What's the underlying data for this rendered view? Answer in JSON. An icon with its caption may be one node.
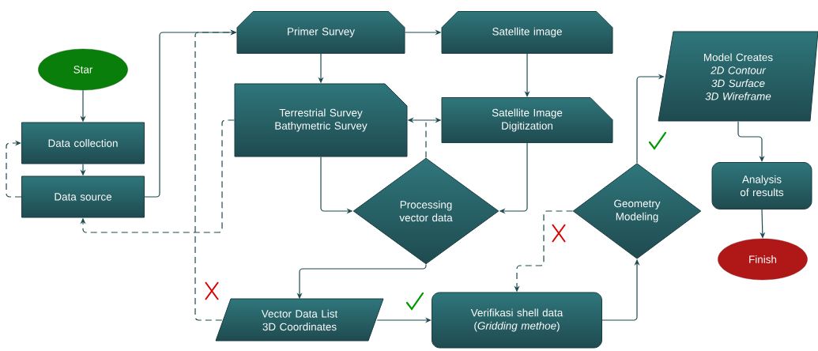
{
  "diagram": {
    "nodes": [
      {
        "text": [
          "Star"
        ]
      },
      {
        "text": [
          "Primer Survey"
        ]
      },
      {
        "text": [
          "Satellite image"
        ]
      },
      {
        "text": [
          "Model Creates",
          "2D Contour",
          "3D Surface",
          "3D Wireframe"
        ]
      },
      {
        "text": [
          "Data collection"
        ]
      },
      {
        "text": [
          "Terrestrial Survey",
          "Bathymetric Survey"
        ]
      },
      {
        "text": [
          "Satellite Image Digitization"
        ]
      },
      {
        "text": [
          "Data source"
        ]
      },
      {
        "text": [
          "Processing vector data"
        ]
      },
      {
        "text": [
          "Geometry Modeling"
        ]
      },
      {
        "text": [
          "Analysis of results"
        ]
      },
      {
        "text": [
          "Finish"
        ]
      },
      {
        "text": [
          "Vector Data List",
          "3D Coordinates"
        ]
      },
      {
        "text": [
          "Verifikasi shell data (*Gridding methoe*)"
        ]
      }
    ],
    "edges": [
      {
        "from": 0,
        "to": 4,
        "arrow": "to"
      },
      {
        "from": 4,
        "to": 7,
        "arrow": "to"
      },
      {
        "from": 7,
        "to": 1,
        "arrow": "to"
      },
      {
        "from": 7,
        "to": 4,
        "arrow": "to",
        "style": "dashed"
      },
      {
        "from": 1,
        "to": 2,
        "arrow": "to"
      },
      {
        "from": 1,
        "to": 5,
        "arrow": "to"
      },
      {
        "from": 2,
        "to": 6,
        "arrow": "to"
      },
      {
        "from": 5,
        "to": 6,
        "arrow": "both"
      },
      {
        "from": 8,
        "to": null,
        "arrow": "none",
        "style": "dashed"
      },
      {
        "from": 5,
        "to": 8,
        "arrow": "to"
      },
      {
        "from": 6,
        "to": 8,
        "arrow": "to"
      },
      {
        "from": 5,
        "to": 7,
        "arrow": "to",
        "style": "dashed"
      },
      {
        "from": 12,
        "to": 1,
        "arrow": "to",
        "style": "dashed"
      },
      {
        "from": 8,
        "to": 12,
        "arrow": "to"
      },
      {
        "from": 12,
        "to": 13,
        "arrow": "to"
      },
      {
        "from": 13,
        "to": 9,
        "arrow": "to"
      },
      {
        "from": 9,
        "to": 13,
        "arrow": "to",
        "style": "dashed"
      },
      {
        "from": 9,
        "to": 3,
        "arrow": "to"
      },
      {
        "from": 3,
        "to": 10,
        "arrow": "to"
      },
      {
        "from": 10,
        "to": 11,
        "arrow": "to"
      }
    ]
  }
}
